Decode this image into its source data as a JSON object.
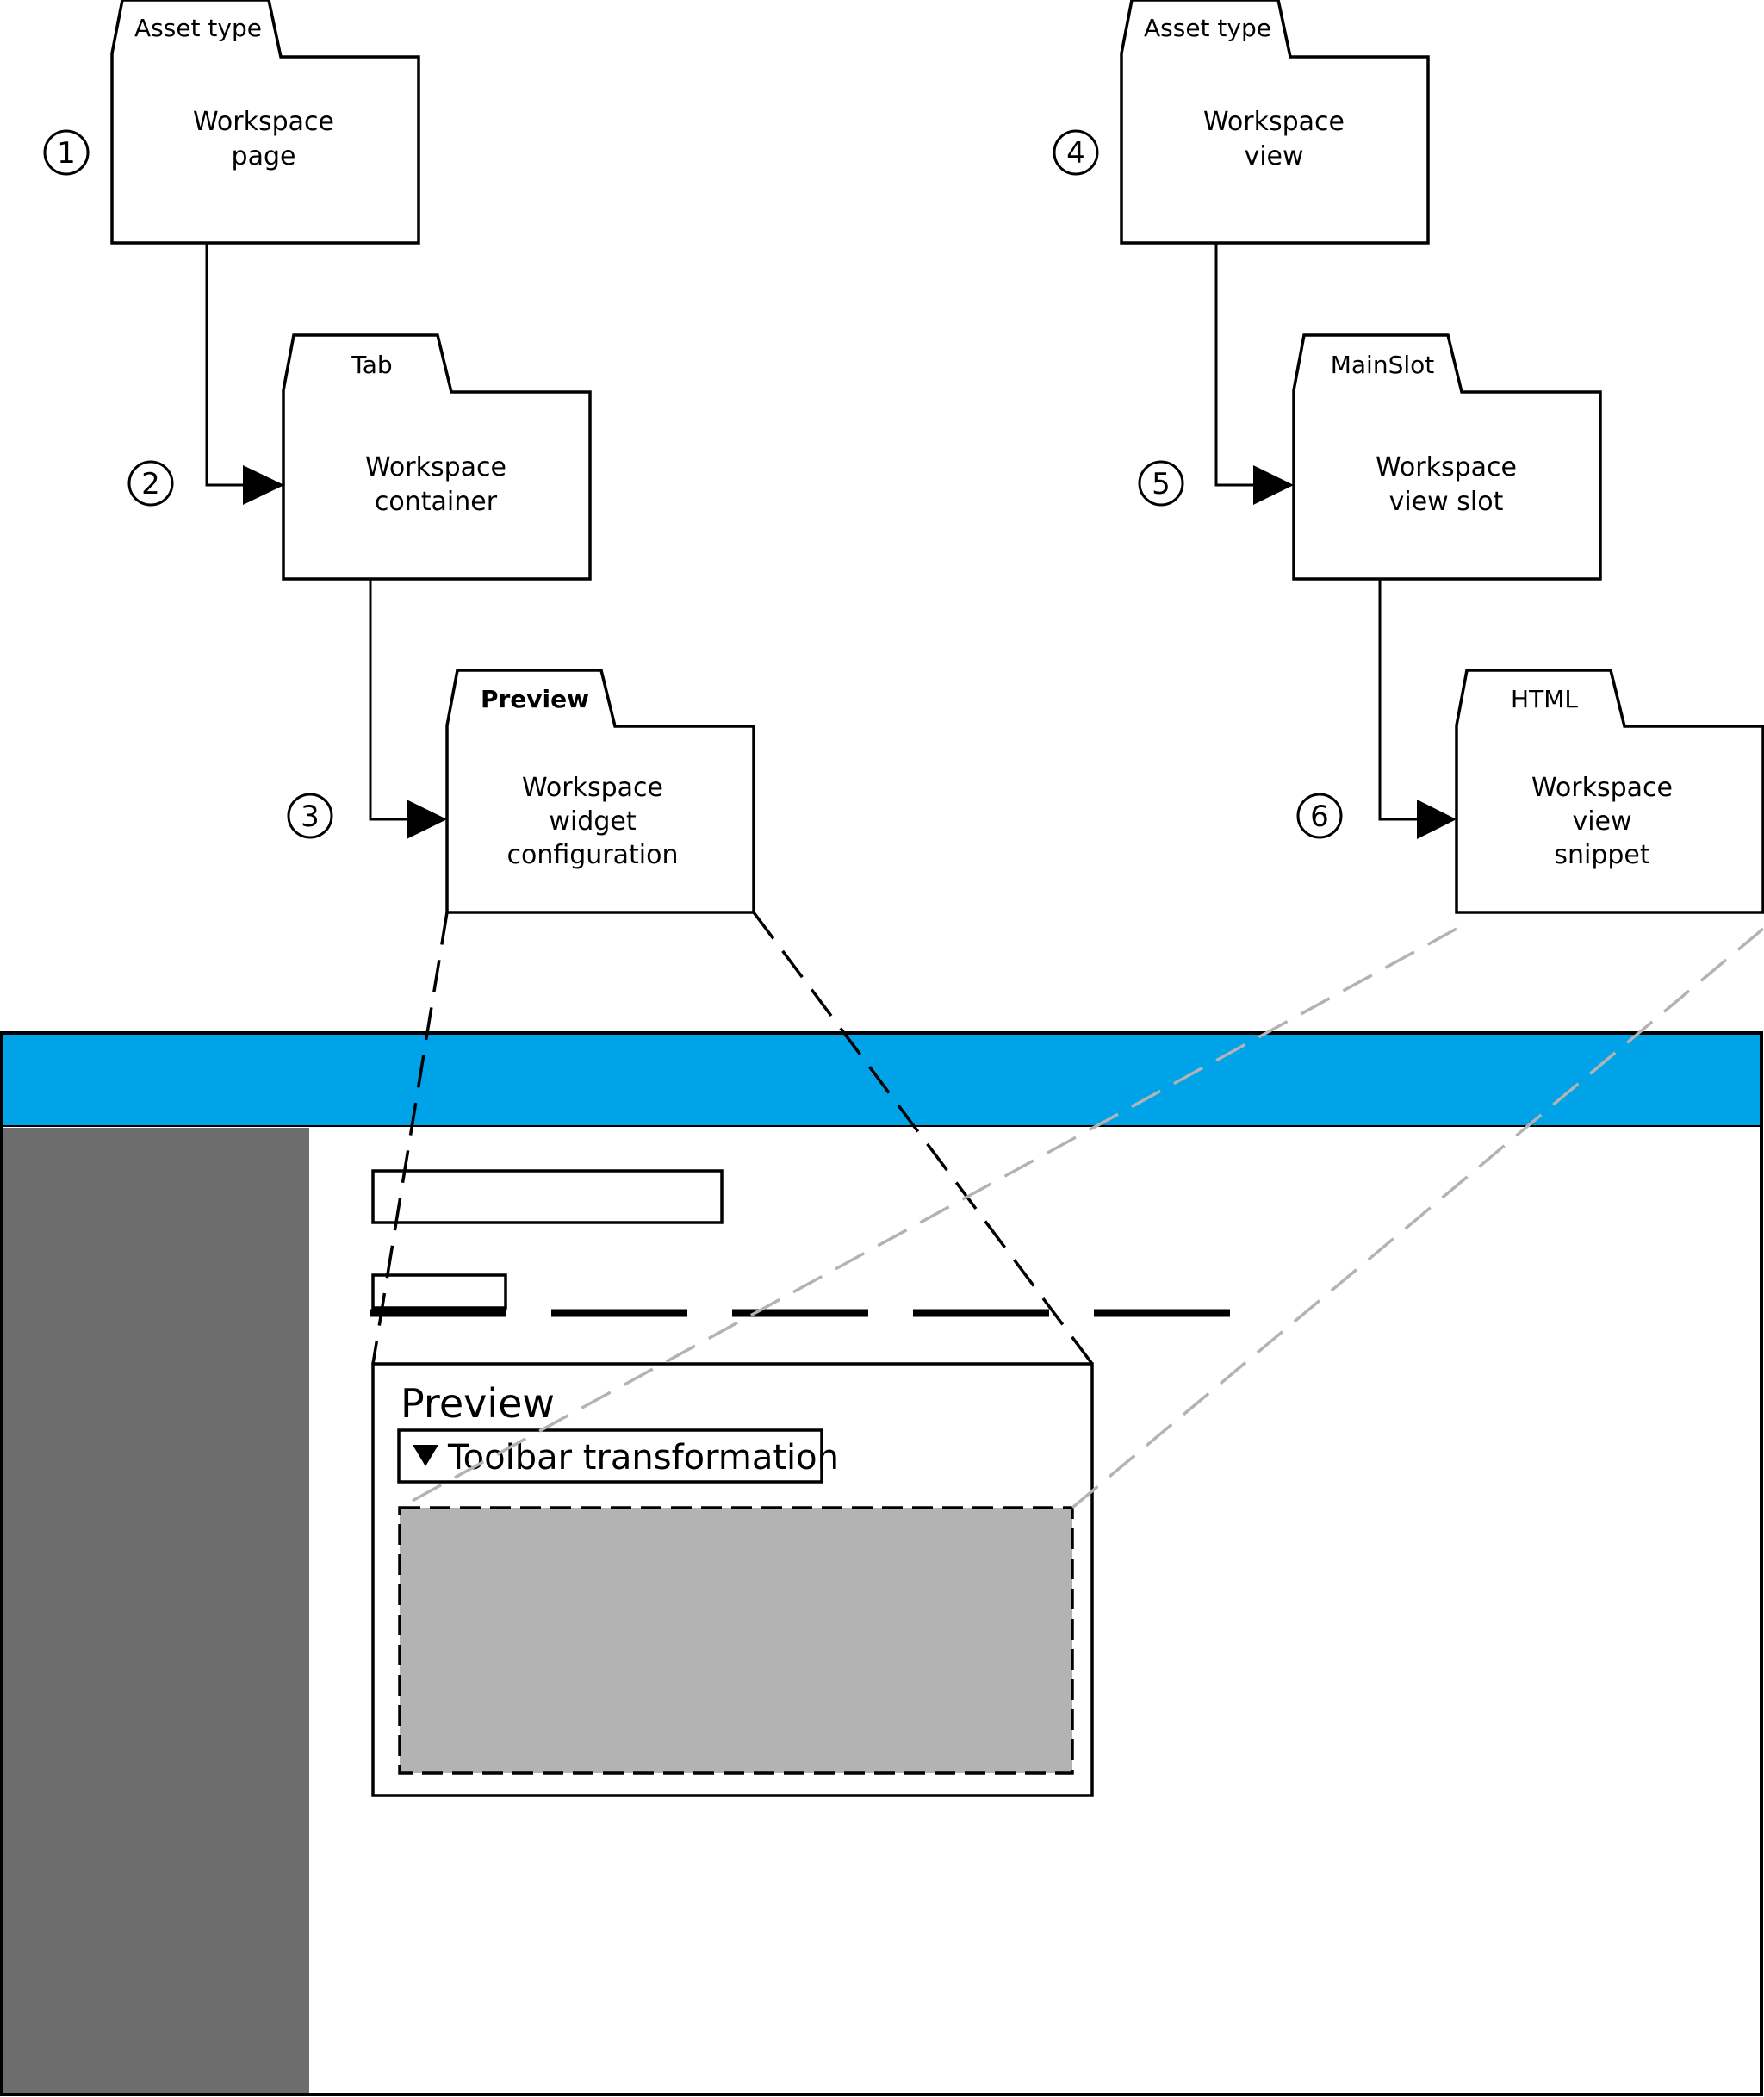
{
  "folders": [
    {
      "step": "1",
      "tab": "Asset type",
      "lines": [
        "Workspace",
        "page"
      ],
      "bold_tab": false
    },
    {
      "step": "2",
      "tab": "Tab",
      "lines": [
        "Workspace",
        "container"
      ],
      "bold_tab": false
    },
    {
      "step": "3",
      "tab": "Preview",
      "lines": [
        "Workspace",
        "widget",
        "configuration"
      ],
      "bold_tab": true
    },
    {
      "step": "4",
      "tab": "Asset type",
      "lines": [
        "Workspace",
        "view"
      ],
      "bold_tab": false
    },
    {
      "step": "5",
      "tab": "MainSlot",
      "lines": [
        "Workspace",
        "view slot"
      ],
      "bold_tab": false
    },
    {
      "step": "6",
      "tab": "HTML",
      "lines": [
        "Workspace",
        "view",
        "snippet"
      ],
      "bold_tab": false
    }
  ],
  "mockup": {
    "preview_title": "Preview",
    "toolbar_label": "Toolbar transformation",
    "toolbar_arrow_icon": "triangle-down-icon",
    "colors": {
      "header": "#00a3e8",
      "sidebar": "#6d6d6d",
      "widget_area": "#b3b3b3",
      "callout_black": "#000000",
      "callout_gray": "#b3b3b3"
    }
  }
}
